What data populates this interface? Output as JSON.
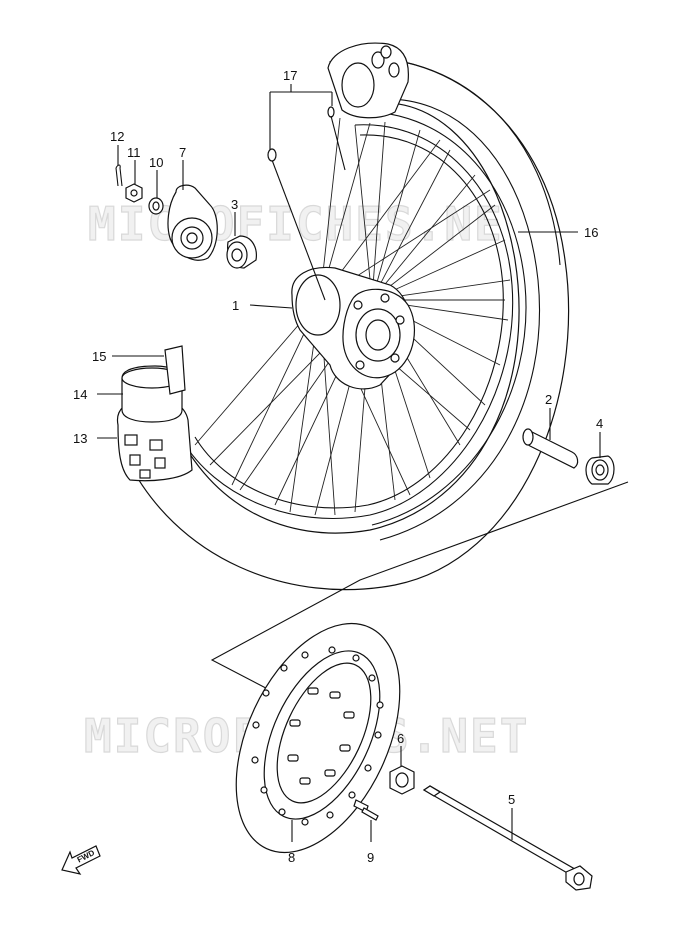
{
  "watermarks": [
    "MICROFICHES.NET",
    "MICROFICHES.NET"
  ],
  "callouts": {
    "p1": "1",
    "p2": "2",
    "p3": "3",
    "p4": "4",
    "p5": "5",
    "p6": "6",
    "p7": "7",
    "p8": "8",
    "p9": "9",
    "p10": "10",
    "p11": "11",
    "p12": "12",
    "p13": "13",
    "p14": "14",
    "p15": "15",
    "p16": "16",
    "p17": "17"
  },
  "fwd_label": "FWD"
}
